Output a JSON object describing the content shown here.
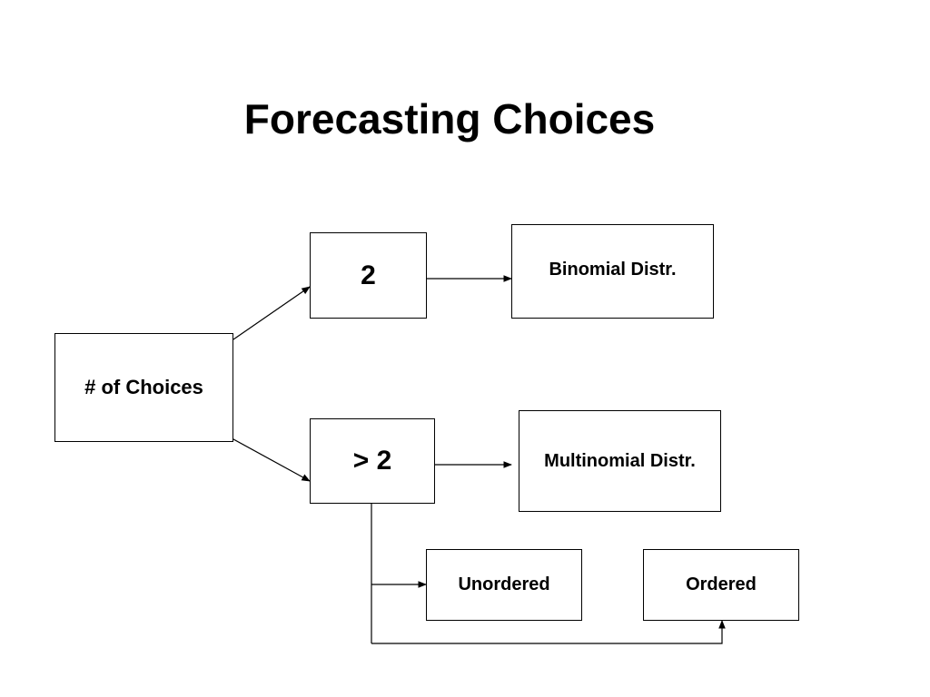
{
  "title": "Forecasting Choices",
  "nodes": {
    "choices": "# of Choices",
    "two": "2",
    "more_than_two": "> 2",
    "binomial": "Binomial Distr.",
    "multinomial": "Multinomial Distr.",
    "unordered": "Unordered",
    "ordered": "Ordered"
  },
  "edges": [
    {
      "from": "choices",
      "to": "two"
    },
    {
      "from": "choices",
      "to": "more_than_two"
    },
    {
      "from": "two",
      "to": "binomial"
    },
    {
      "from": "more_than_two",
      "to": "multinomial"
    },
    {
      "from": "more_than_two",
      "to": "unordered"
    },
    {
      "from": "more_than_two",
      "to": "ordered"
    }
  ]
}
